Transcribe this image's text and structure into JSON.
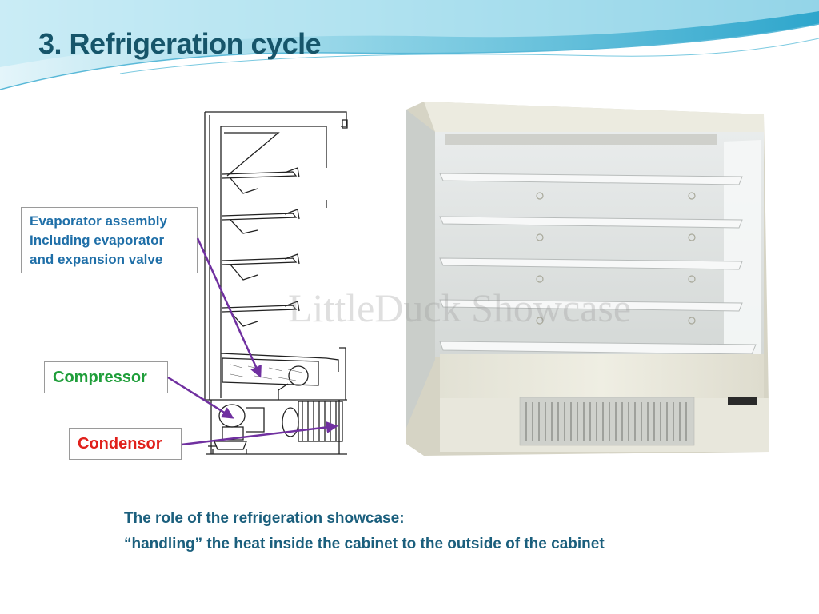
{
  "slide": {
    "title": "3. Refrigeration cycle",
    "watermark": "LittleDuck Showcase"
  },
  "callouts": {
    "evaporator": {
      "lines": [
        "Evaporator assembly",
        "Including evaporator",
        "and expansion valve"
      ]
    },
    "compressor": {
      "label": "Compressor"
    },
    "condensor": {
      "label": "Condensor"
    }
  },
  "caption": {
    "line1": "The role of the refrigeration showcase:",
    "line2": "“handling”  the heat inside the cabinet to the outside of the cabinet"
  },
  "colors": {
    "title": "#16556a",
    "evaporator_text": "#1f6fa8",
    "compressor_text": "#1f9e3a",
    "condensor_text": "#e0201b",
    "caption_text": "#1b5f7d",
    "arrow": "#7030a0",
    "header_wave": "#3aaed0"
  }
}
